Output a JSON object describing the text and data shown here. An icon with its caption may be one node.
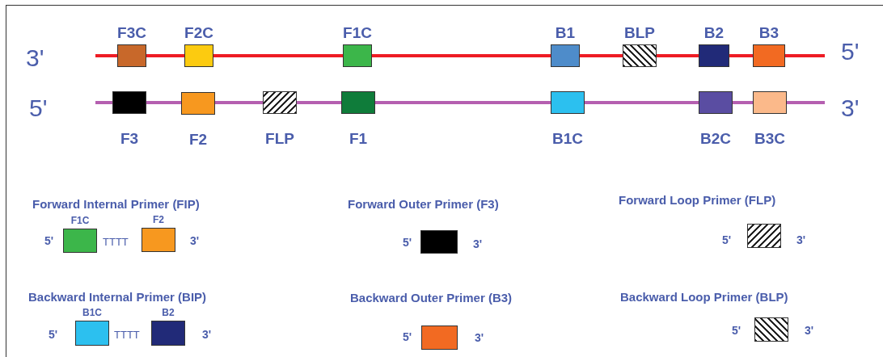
{
  "diagram": {
    "nodes": [
      {
        "text": [],
        "shape": "box",
        "beside": [
          "F3C"
        ]
      },
      {
        "text": [],
        "shape": "box",
        "beside": [
          "F2C"
        ]
      },
      {
        "text": [],
        "shape": "box",
        "beside": [
          "F1C"
        ]
      },
      {
        "text": [],
        "shape": "box",
        "beside": [
          "B1"
        ]
      },
      {
        "text": [],
        "shape": "box",
        "beside": [
          "BLP"
        ]
      },
      {
        "text": [],
        "shape": "box",
        "beside": [
          "B2"
        ]
      },
      {
        "text": [],
        "shape": "box",
        "beside": [
          "B3"
        ]
      },
      {
        "text": [],
        "shape": "box",
        "beside": [
          "F3"
        ]
      },
      {
        "text": [],
        "shape": "box",
        "beside": [
          "F2"
        ]
      },
      {
        "text": [],
        "shape": "box",
        "beside": [
          "FLP"
        ]
      },
      {
        "text": [],
        "shape": "box",
        "beside": [
          "F1"
        ]
      },
      {
        "text": [],
        "shape": "box",
        "beside": [
          "B1C"
        ]
      },
      {
        "text": [],
        "shape": "box",
        "beside": [
          "B2C"
        ]
      },
      {
        "text": [],
        "shape": "box",
        "beside": [
          "B3C"
        ]
      },
      {
        "text": [],
        "shape": "box",
        "beside": [
          "F1C"
        ]
      },
      {
        "text": [],
        "shape": "box",
        "beside": [
          "F2"
        ]
      },
      {
        "text": [],
        "shape": "box"
      },
      {
        "text": [],
        "shape": "box"
      },
      {
        "text": [],
        "shape": "box",
        "beside": [
          "B1C"
        ]
      },
      {
        "text": [],
        "shape": "box",
        "beside": [
          "B2"
        ]
      },
      {
        "text": [],
        "shape": "box"
      },
      {
        "text": [],
        "shape": "box"
      }
    ],
    "labels": [
      "3'",
      "5'",
      "5'",
      "3'",
      "Forward Internal Primer (FIP)",
      "Forward Outer Primer (F3)",
      "Forward Loop Primer (FLP)",
      "5'",
      "TTTT",
      "3'",
      "5'",
      "3'",
      "5'",
      "3'",
      "Backward Internal Primer (BIP)",
      "Backward Outer Primer (B3)",
      "Backward Loop Primer (BLP)",
      "5'",
      "TTTT",
      "3'",
      "5'",
      "3'",
      "5'",
      "3'"
    ]
  }
}
